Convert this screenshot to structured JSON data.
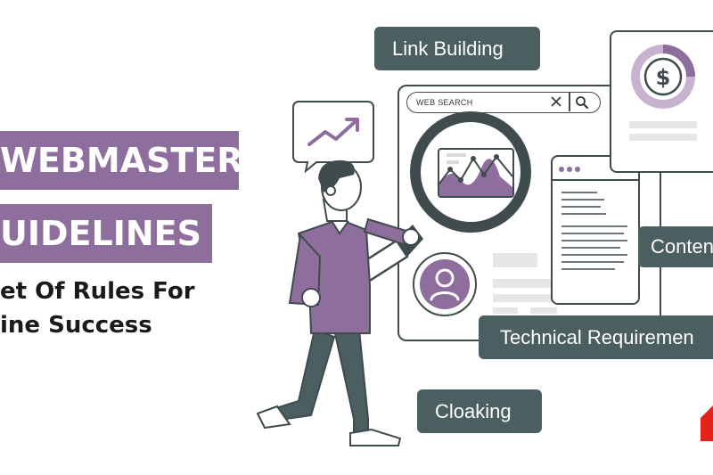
{
  "headline": {
    "line1": "WEBMASTER",
    "line2": "UIDELINES",
    "sub1": "et Of Rules For",
    "sub2": "ine Success"
  },
  "tags": {
    "link_building": "Link Building",
    "content": "Conten",
    "technical": "Technical Requiremen",
    "cloaking": "Cloaking"
  },
  "browser": {
    "search_label": "WEB SEARCH"
  },
  "colors": {
    "purple": "#8e6e9c",
    "light_purple": "#c7b3cf",
    "slate": "#4b5e60",
    "dark": "#3f4b4d",
    "brand_red": "#e2231a"
  },
  "icons": [
    "trend-up-arrow-icon",
    "dollar-icon",
    "user-avatar-icon",
    "close-icon",
    "search-icon",
    "magnifying-glass-icon"
  ]
}
